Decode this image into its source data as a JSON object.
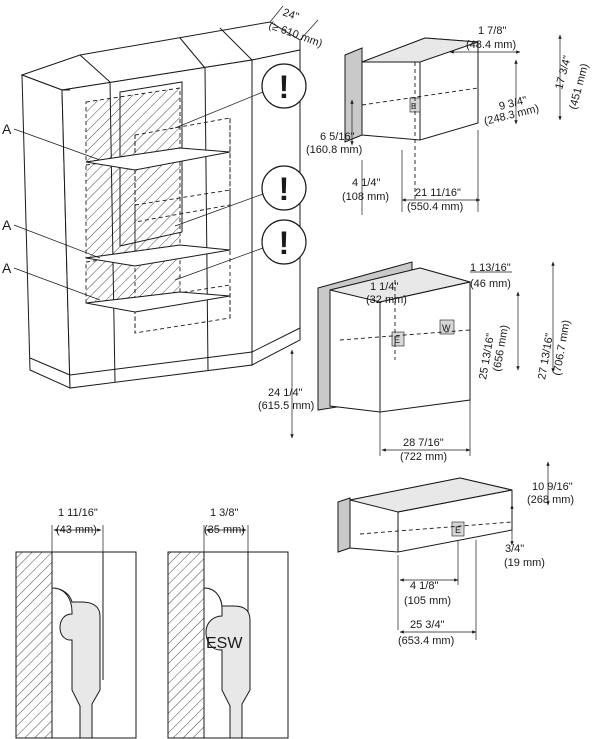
{
  "cabinet": {
    "depth_in": "24\"",
    "depth_mm": "(≥ 610 mm)",
    "label_a": "A",
    "warning_symbol": "!"
  },
  "oven_top": {
    "d1_in": "1 7/8\"",
    "d1_mm": "(48.4 mm)",
    "d2_in": "9 3/4\"",
    "d2_mm": "(248.3 mm)",
    "d3_in": "17 3/4\"",
    "d3_mm": "(451 mm)",
    "d4_in": "6 5/16\"",
    "d4_mm": "(160.8 mm)",
    "d5_in": "4 1/4\"",
    "d5_mm": "(108 mm)",
    "d6_in": "21 11/16\"",
    "d6_mm": "(550.4 mm)",
    "marker_e": "E"
  },
  "oven_mid": {
    "d1_in": "1 1/4\"",
    "d1_mm": "(32 mm)",
    "d2_in": "1 13/16\"",
    "d2_mm": "(46 mm)",
    "d3_in": "25 13/16\"",
    "d3_mm": "(656 mm)",
    "d4_in": "27 13/16\"",
    "d4_mm": "(706.7 mm)",
    "d5_in": "24 1/4\"",
    "d5_mm": "(615.5 mm)",
    "d6_in": "28 7/16\"",
    "d6_mm": "(722 mm)",
    "marker_e": "E",
    "marker_w": "W"
  },
  "drawer": {
    "d1_in": "10 9/16\"",
    "d1_mm": "(268 mm)",
    "d2_in": "3/4\"",
    "d2_mm": "(19 mm)",
    "d3_in": "4 1/8\"",
    "d3_mm": "(105 mm)",
    "d4_in": "25 3/4\"",
    "d4_mm": "(653.4 mm)",
    "marker_e": "E"
  },
  "plug_left": {
    "d_in": "1 11/16\"",
    "d_mm": "(43 mm)"
  },
  "plug_right": {
    "d_in": "1 3/8\"",
    "d_mm": "(35 mm)",
    "label": "ESW"
  }
}
